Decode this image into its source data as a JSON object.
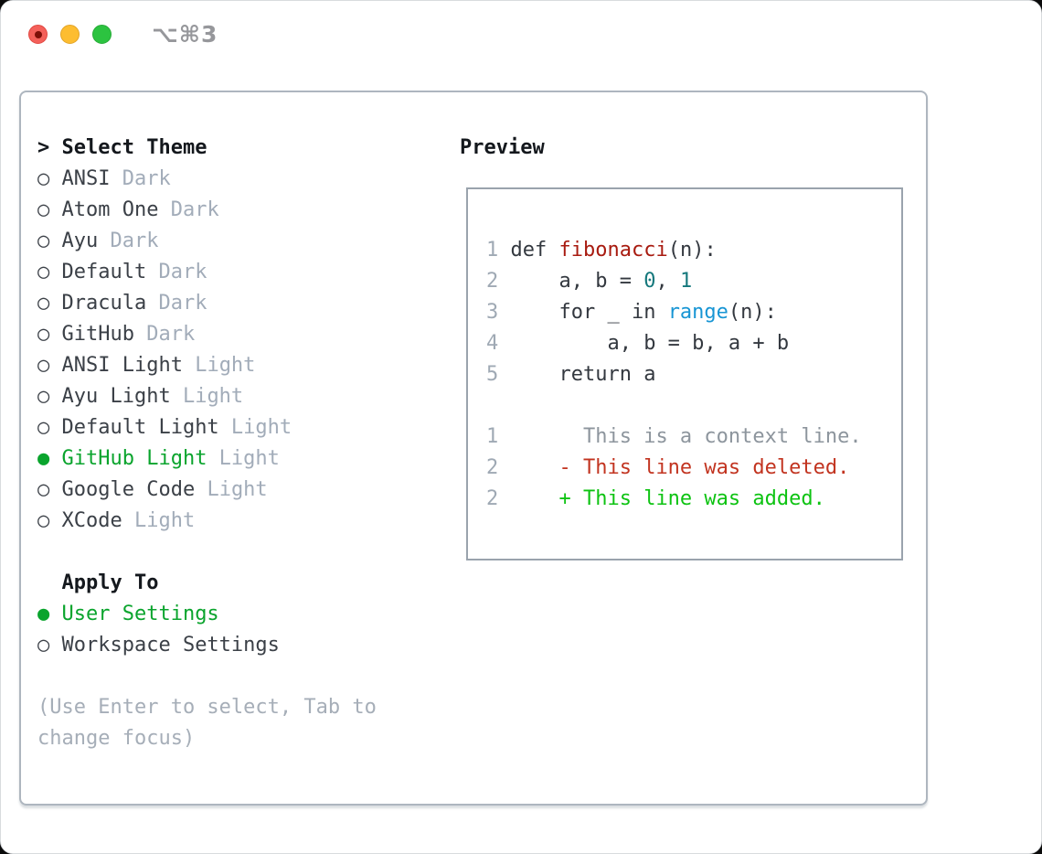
{
  "window": {
    "title_shortcut": "⌥⌘3",
    "traffic_lights": [
      {
        "name": "close-button",
        "color": "#f4605a"
      },
      {
        "name": "minimize-button",
        "color": "#fdbd30"
      },
      {
        "name": "zoom-button",
        "color": "#2cc340"
      }
    ]
  },
  "theme_picker": {
    "header": {
      "prompt": ">",
      "label": "Select Theme"
    },
    "items": [
      {
        "marker": "○",
        "name": "ANSI",
        "tag": "Dark",
        "selected": false
      },
      {
        "marker": "○",
        "name": "Atom One",
        "tag": "Dark",
        "selected": false
      },
      {
        "marker": "○",
        "name": "Ayu",
        "tag": "Dark",
        "selected": false
      },
      {
        "marker": "○",
        "name": "Default",
        "tag": "Dark",
        "selected": false
      },
      {
        "marker": "○",
        "name": "Dracula",
        "tag": "Dark",
        "selected": false
      },
      {
        "marker": "○",
        "name": "GitHub",
        "tag": "Dark",
        "selected": false
      },
      {
        "marker": "○",
        "name": "ANSI Light",
        "tag": "Light",
        "selected": false
      },
      {
        "marker": "○",
        "name": "Ayu Light",
        "tag": "Light",
        "selected": false
      },
      {
        "marker": "○",
        "name": "Default Light",
        "tag": "Light",
        "selected": false
      },
      {
        "marker": "●",
        "name": "GitHub Light",
        "tag": "Light",
        "selected": true
      },
      {
        "marker": "○",
        "name": "Google Code",
        "tag": "Light",
        "selected": false
      },
      {
        "marker": "○",
        "name": "XCode",
        "tag": "Light",
        "selected": false
      }
    ],
    "apply_to": {
      "label": "Apply To",
      "options": [
        {
          "marker": "●",
          "name": "User Settings",
          "selected": true
        },
        {
          "marker": "○",
          "name": "Workspace Settings",
          "selected": false
        }
      ]
    },
    "hint_line1": "(Use Enter to select, Tab to",
    "hint_line2": "change focus)"
  },
  "preview": {
    "label": "Preview",
    "lines": [
      {
        "tokens": [
          [
            "ln",
            "1 "
          ],
          [
            "pl",
            "def "
          ],
          [
            "fn",
            "fibonacci"
          ],
          [
            "pl",
            "(n):"
          ]
        ]
      },
      {
        "tokens": [
          [
            "ln",
            "2 "
          ],
          [
            "pl",
            "    a, b = "
          ],
          [
            "nu",
            "0"
          ],
          [
            "pl",
            ", "
          ],
          [
            "nu",
            "1"
          ]
        ]
      },
      {
        "tokens": [
          [
            "ln",
            "3 "
          ],
          [
            "pl",
            "    for _ in "
          ],
          [
            "bi",
            "range"
          ],
          [
            "pl",
            "(n):"
          ]
        ]
      },
      {
        "tokens": [
          [
            "ln",
            "4 "
          ],
          [
            "pl",
            "        a, b = b, a + b"
          ]
        ]
      },
      {
        "tokens": [
          [
            "ln",
            "5 "
          ],
          [
            "pl",
            "    return a"
          ]
        ]
      },
      {
        "tokens": []
      },
      {
        "tokens": [
          [
            "ln",
            "1 "
          ],
          [
            "ctx",
            "      This is a context line."
          ]
        ]
      },
      {
        "tokens": [
          [
            "ln",
            "2 "
          ],
          [
            "del",
            "    - This line was deleted."
          ]
        ]
      },
      {
        "tokens": [
          [
            "ln",
            "2 "
          ],
          [
            "add",
            "    + This line was added."
          ]
        ]
      }
    ]
  },
  "colors": {
    "selection_green": "#0aa42d",
    "diff_added_green": "#0dc312",
    "diff_deleted_red": "#c23420",
    "function_red": "#a81b10",
    "number_teal": "#15787c",
    "builtin_blue": "#1795d4",
    "text_dark": "#33383f",
    "muted_gray": "#a2acb9",
    "line_number_gray": "#9fa9b4",
    "context_gray": "#8d959d",
    "panel_border": "#aeb6bf",
    "preview_border": "#9aa3ad",
    "titlebar_text": "#96979b"
  }
}
